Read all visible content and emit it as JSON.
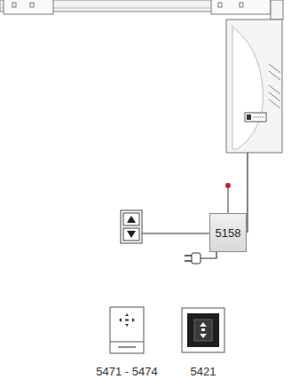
{
  "diagram": {
    "nodes": [
      {
        "text": [
          "5158"
        ]
      }
    ],
    "labels": [
      "5471 - 5474",
      "5421"
    ]
  }
}
